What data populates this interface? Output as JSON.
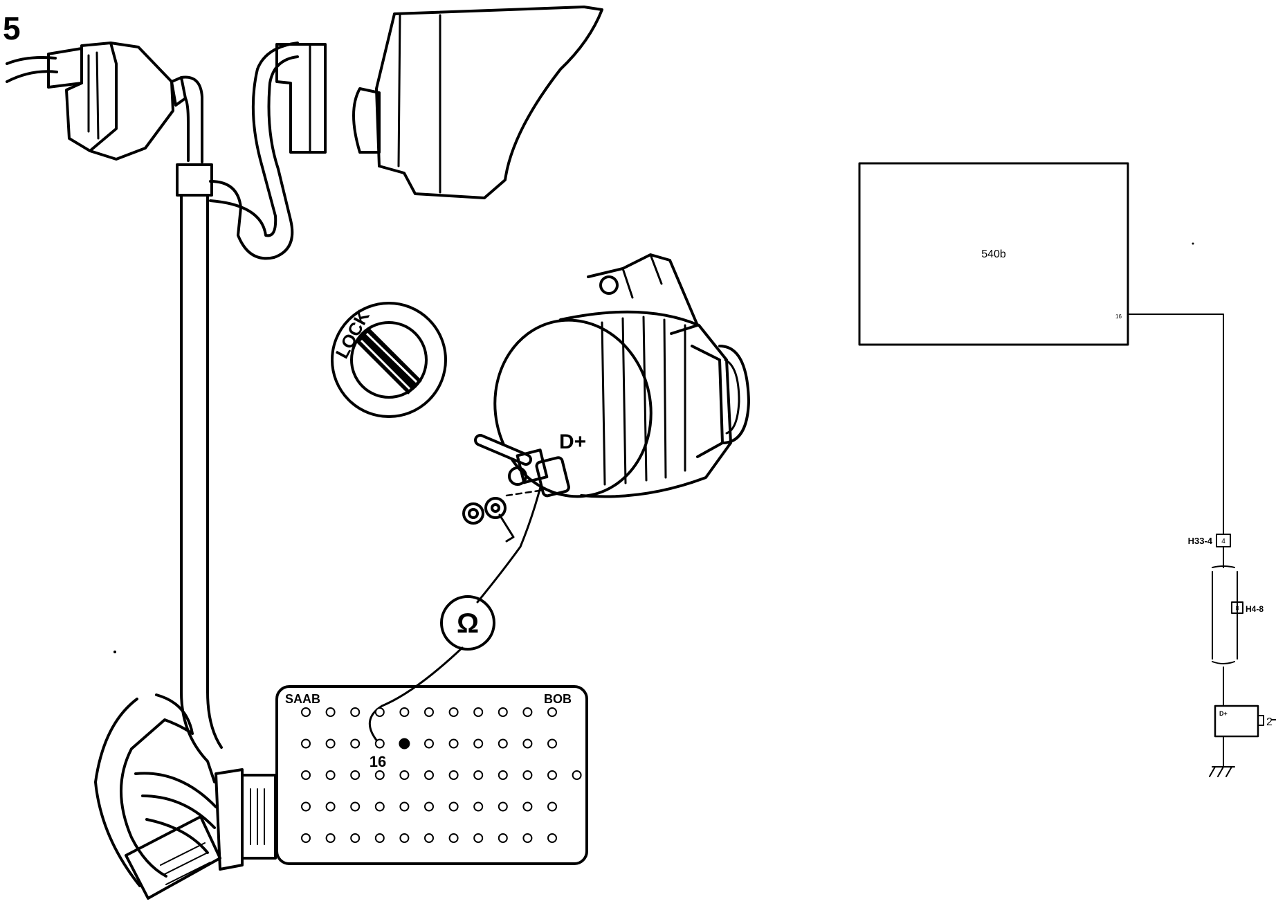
{
  "figure": {
    "step_number": "5",
    "lock_label": "LOCK",
    "terminal_label": "D+",
    "meter_symbol": "Ω",
    "breakout_box": {
      "brand": "SAAB",
      "name": "BOB",
      "pin_label": "16",
      "active_pin": 16
    },
    "schematic": {
      "control_unit": "540b",
      "cu_pin": "16",
      "connector_1": "H33-4",
      "connector_1_pin": "4",
      "connector_2": "H4-8",
      "connector_2_pin": "8",
      "component_terminal": "D+",
      "component_pin": "2"
    }
  },
  "colors": {
    "ink": "#000000",
    "background": "#ffffff"
  }
}
